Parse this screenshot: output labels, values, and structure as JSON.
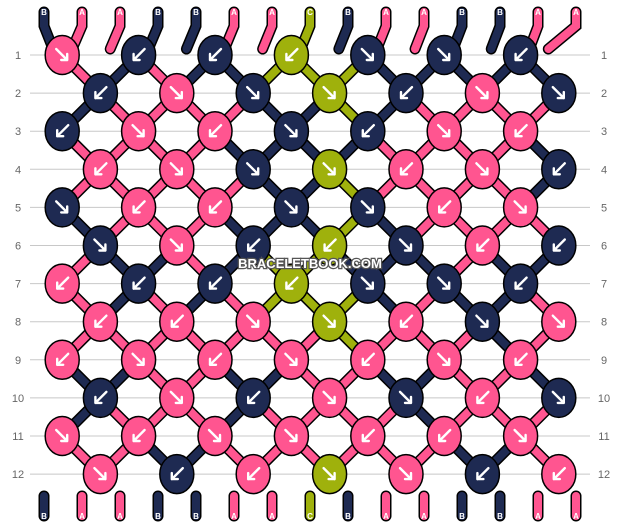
{
  "colors": {
    "B": "#1e2a52",
    "A": "#ff5590",
    "C": "#9fb10c",
    "grid": "#c8c8c8",
    "outline": "#000000",
    "arrow": "#ffffff"
  },
  "watermark": "BRACELETBOOK.COM",
  "row_numbers": [
    "1",
    "2",
    "3",
    "4",
    "5",
    "6",
    "7",
    "8",
    "9",
    "10",
    "11",
    "12"
  ],
  "top_strands": [
    "B",
    "A",
    "A",
    "B",
    "B",
    "A",
    "A",
    "C",
    "B",
    "A",
    "A",
    "B",
    "B",
    "A",
    "A"
  ],
  "bottom_strands": [
    "B",
    "A",
    "A",
    "B",
    "B",
    "A",
    "A",
    "C",
    "B",
    "A",
    "A",
    "B",
    "B",
    "A",
    "A"
  ],
  "knots": [
    {
      "row": 1,
      "col": 1,
      "color": "A",
      "dir": "dr"
    },
    {
      "row": 1,
      "col": 3,
      "color": "B",
      "dir": "dl"
    },
    {
      "row": 1,
      "col": 5,
      "color": "B",
      "dir": "dl"
    },
    {
      "row": 1,
      "col": 7,
      "color": "C",
      "dir": "dl"
    },
    {
      "row": 1,
      "col": 9,
      "color": "B",
      "dir": "dr"
    },
    {
      "row": 1,
      "col": 11,
      "color": "B",
      "dir": "dr"
    },
    {
      "row": 1,
      "col": 13,
      "color": "B",
      "dir": "dl"
    },
    {
      "row": 2,
      "col": 2,
      "color": "B",
      "dir": "dl"
    },
    {
      "row": 2,
      "col": 4,
      "color": "A",
      "dir": "dr"
    },
    {
      "row": 2,
      "col": 6,
      "color": "B",
      "dir": "dr"
    },
    {
      "row": 2,
      "col": 8,
      "color": "C",
      "dir": "dr"
    },
    {
      "row": 2,
      "col": 10,
      "color": "B",
      "dir": "dl"
    },
    {
      "row": 2,
      "col": 12,
      "color": "A",
      "dir": "dr"
    },
    {
      "row": 2,
      "col": 14,
      "color": "B",
      "dir": "dr"
    },
    {
      "row": 3,
      "col": 1,
      "color": "B",
      "dir": "dl"
    },
    {
      "row": 3,
      "col": 3,
      "color": "A",
      "dir": "dr"
    },
    {
      "row": 3,
      "col": 5,
      "color": "A",
      "dir": "dl"
    },
    {
      "row": 3,
      "col": 7,
      "color": "B",
      "dir": "dr"
    },
    {
      "row": 3,
      "col": 9,
      "color": "B",
      "dir": "dl"
    },
    {
      "row": 3,
      "col": 11,
      "color": "A",
      "dir": "dr"
    },
    {
      "row": 3,
      "col": 13,
      "color": "A",
      "dir": "dl"
    },
    {
      "row": 4,
      "col": 2,
      "color": "A",
      "dir": "dl"
    },
    {
      "row": 4,
      "col": 4,
      "color": "A",
      "dir": "dr"
    },
    {
      "row": 4,
      "col": 6,
      "color": "B",
      "dir": "dr"
    },
    {
      "row": 4,
      "col": 8,
      "color": "C",
      "dir": "dr"
    },
    {
      "row": 4,
      "col": 10,
      "color": "A",
      "dir": "dl"
    },
    {
      "row": 4,
      "col": 12,
      "color": "A",
      "dir": "dr"
    },
    {
      "row": 4,
      "col": 14,
      "color": "B",
      "dir": "dl"
    },
    {
      "row": 5,
      "col": 1,
      "color": "B",
      "dir": "dr"
    },
    {
      "row": 5,
      "col": 3,
      "color": "A",
      "dir": "dl"
    },
    {
      "row": 5,
      "col": 5,
      "color": "A",
      "dir": "dl"
    },
    {
      "row": 5,
      "col": 7,
      "color": "B",
      "dir": "dr"
    },
    {
      "row": 5,
      "col": 9,
      "color": "B",
      "dir": "dr"
    },
    {
      "row": 5,
      "col": 11,
      "color": "A",
      "dir": "dl"
    },
    {
      "row": 5,
      "col": 13,
      "color": "A",
      "dir": "dr"
    },
    {
      "row": 6,
      "col": 2,
      "color": "B",
      "dir": "dr"
    },
    {
      "row": 6,
      "col": 4,
      "color": "A",
      "dir": "dr"
    },
    {
      "row": 6,
      "col": 6,
      "color": "B",
      "dir": "dl"
    },
    {
      "row": 6,
      "col": 8,
      "color": "C",
      "dir": "dl"
    },
    {
      "row": 6,
      "col": 10,
      "color": "B",
      "dir": "dr"
    },
    {
      "row": 6,
      "col": 12,
      "color": "A",
      "dir": "dl"
    },
    {
      "row": 6,
      "col": 14,
      "color": "B",
      "dir": "dl"
    },
    {
      "row": 7,
      "col": 1,
      "color": "A",
      "dir": "dl"
    },
    {
      "row": 7,
      "col": 3,
      "color": "B",
      "dir": "dl"
    },
    {
      "row": 7,
      "col": 5,
      "color": "B",
      "dir": "dl"
    },
    {
      "row": 7,
      "col": 7,
      "color": "C",
      "dir": "dl"
    },
    {
      "row": 7,
      "col": 9,
      "color": "B",
      "dir": "dr"
    },
    {
      "row": 7,
      "col": 11,
      "color": "B",
      "dir": "dr"
    },
    {
      "row": 7,
      "col": 13,
      "color": "B",
      "dir": "dl"
    },
    {
      "row": 8,
      "col": 2,
      "color": "A",
      "dir": "dl"
    },
    {
      "row": 8,
      "col": 4,
      "color": "A",
      "dir": "dl"
    },
    {
      "row": 8,
      "col": 6,
      "color": "A",
      "dir": "dr"
    },
    {
      "row": 8,
      "col": 8,
      "color": "C",
      "dir": "dr"
    },
    {
      "row": 8,
      "col": 10,
      "color": "A",
      "dir": "dl"
    },
    {
      "row": 8,
      "col": 12,
      "color": "B",
      "dir": "dr"
    },
    {
      "row": 8,
      "col": 14,
      "color": "A",
      "dir": "dr"
    },
    {
      "row": 9,
      "col": 1,
      "color": "A",
      "dir": "dl"
    },
    {
      "row": 9,
      "col": 3,
      "color": "A",
      "dir": "dr"
    },
    {
      "row": 9,
      "col": 5,
      "color": "A",
      "dir": "dl"
    },
    {
      "row": 9,
      "col": 7,
      "color": "A",
      "dir": "dr"
    },
    {
      "row": 9,
      "col": 9,
      "color": "A",
      "dir": "dl"
    },
    {
      "row": 9,
      "col": 11,
      "color": "A",
      "dir": "dr"
    },
    {
      "row": 9,
      "col": 13,
      "color": "A",
      "dir": "dl"
    },
    {
      "row": 10,
      "col": 2,
      "color": "B",
      "dir": "dl"
    },
    {
      "row": 10,
      "col": 4,
      "color": "A",
      "dir": "dr"
    },
    {
      "row": 10,
      "col": 6,
      "color": "B",
      "dir": "dl"
    },
    {
      "row": 10,
      "col": 8,
      "color": "A",
      "dir": "dr"
    },
    {
      "row": 10,
      "col": 10,
      "color": "B",
      "dir": "dr"
    },
    {
      "row": 10,
      "col": 12,
      "color": "A",
      "dir": "dl"
    },
    {
      "row": 10,
      "col": 14,
      "color": "B",
      "dir": "dr"
    },
    {
      "row": 11,
      "col": 1,
      "color": "A",
      "dir": "dr"
    },
    {
      "row": 11,
      "col": 3,
      "color": "A",
      "dir": "dl"
    },
    {
      "row": 11,
      "col": 5,
      "color": "A",
      "dir": "dr"
    },
    {
      "row": 11,
      "col": 7,
      "color": "A",
      "dir": "dr"
    },
    {
      "row": 11,
      "col": 9,
      "color": "A",
      "dir": "dl"
    },
    {
      "row": 11,
      "col": 11,
      "color": "A",
      "dir": "dl"
    },
    {
      "row": 11,
      "col": 13,
      "color": "A",
      "dir": "dr"
    },
    {
      "row": 12,
      "col": 2,
      "color": "A",
      "dir": "dr"
    },
    {
      "row": 12,
      "col": 4,
      "color": "B",
      "dir": "dl"
    },
    {
      "row": 12,
      "col": 6,
      "color": "A",
      "dir": "dl"
    },
    {
      "row": 12,
      "col": 8,
      "color": "C",
      "dir": "dr"
    },
    {
      "row": 12,
      "col": 10,
      "color": "A",
      "dir": "dr"
    },
    {
      "row": 12,
      "col": 12,
      "color": "B",
      "dir": "dl"
    },
    {
      "row": 12,
      "col": 14,
      "color": "A",
      "dir": "dl"
    }
  ]
}
